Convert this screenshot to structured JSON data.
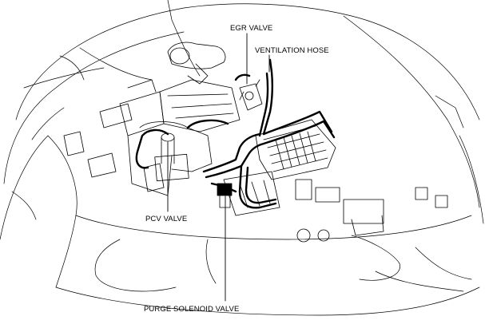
{
  "labels": {
    "egr_valve": "EGR VALVE",
    "ventilation_hose": "VENTILATION HOSE",
    "pcv_valve": "PCV VALVE",
    "purge_solenoid_valve": "PURGE SOLENOID VALVE"
  },
  "colors": {
    "line": "#000000",
    "background": "#ffffff"
  }
}
